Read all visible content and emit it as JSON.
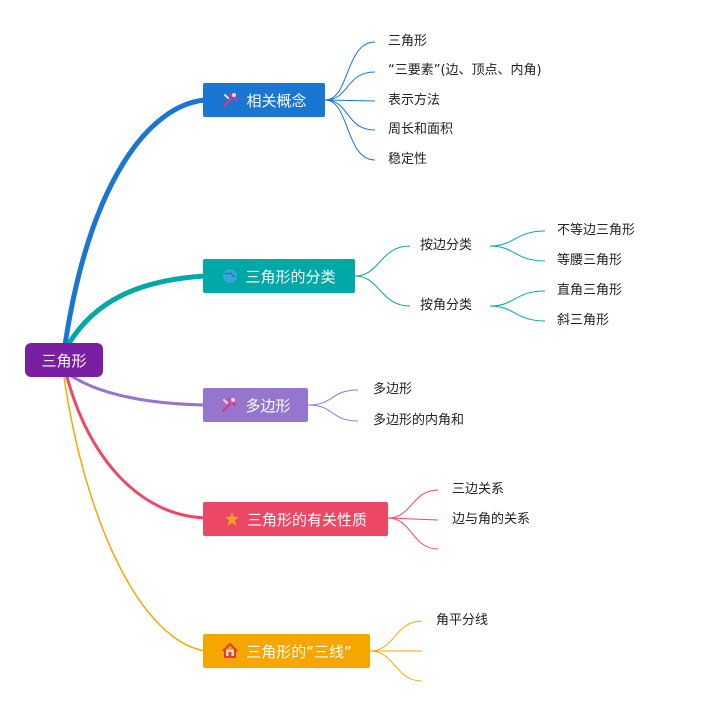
{
  "root": {
    "label": "三角形",
    "color": "#7b1fa2"
  },
  "branches": [
    {
      "label": "相关概念",
      "color": "#1976d2",
      "icon": "tools-icon",
      "children": [
        {
          "label": "三角形"
        },
        {
          "label": "“三要素”(边、顶点、内角)"
        },
        {
          "label": "表示方法"
        },
        {
          "label": "周长和面积"
        },
        {
          "label": "稳定性"
        }
      ]
    },
    {
      "label": "三角形的分类",
      "color": "#00a8a8",
      "icon": "globe-icon",
      "children": [
        {
          "label": "按边分类",
          "children": [
            {
              "label": "不等边三角形"
            },
            {
              "label": "等腰三角形"
            }
          ]
        },
        {
          "label": "按角分类",
          "children": [
            {
              "label": "直角三角形"
            },
            {
              "label": "斜三角形"
            }
          ]
        }
      ]
    },
    {
      "label": "多边形",
      "color": "#9575cd",
      "icon": "tools-icon",
      "children": [
        {
          "label": "多边形"
        },
        {
          "label": "多边形的内角和"
        }
      ]
    },
    {
      "label": "三角形的有关性质",
      "color": "#ec4866",
      "icon": "star-icon",
      "children": [
        {
          "label": "三边关系"
        },
        {
          "label": "边与角的关系"
        },
        {
          "label": ""
        }
      ]
    },
    {
      "label": "三角形的“三线”",
      "color": "#f5a700",
      "icon": "home-icon",
      "children": [
        {
          "label": "角平分线"
        },
        {
          "label": ""
        },
        {
          "label": ""
        }
      ]
    }
  ]
}
